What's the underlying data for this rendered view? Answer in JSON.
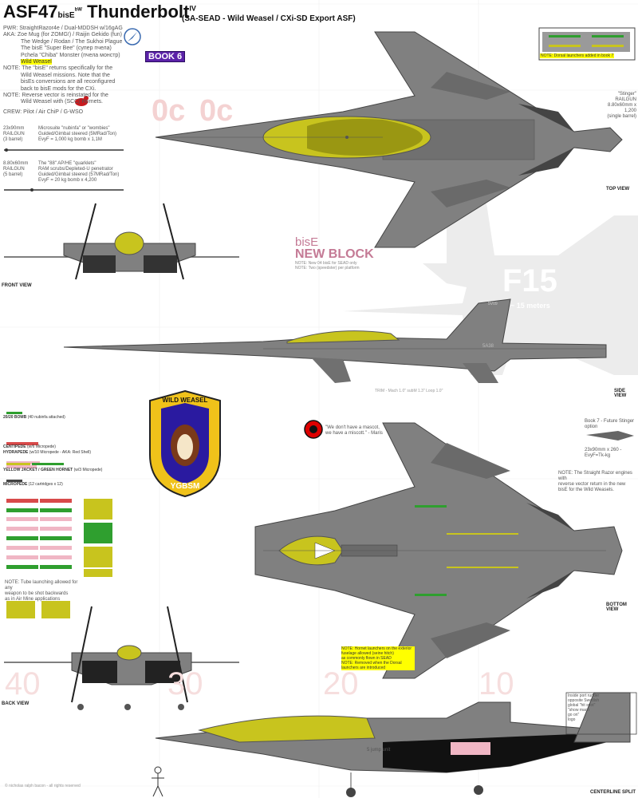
{
  "header": {
    "title_main": "ASF47",
    "title_sub": "bisE",
    "title_tiny": "bW",
    "title_name": "Thunderbolt",
    "title_sup": "IV",
    "subtitle": "(SA-SEAD - Wild Weasel / CXi-SD Export ASF)",
    "book_badge": "BOOK 6"
  },
  "specs": {
    "pwr_label": "PWR:",
    "pwr_value": "StraightRazor4e / Dual-MDDSH w/16gAG",
    "aka_label": "AKA:",
    "aka_lines": [
      "Zoe Mug (for ZOMG!) / Raijin Gekido (fun)",
      "The Wedge / Rodan / The Sukhoi Plague",
      "The bisE \"Super Bee\" (супер пчела)",
      "Pchela \"Chiba\" Monster (пчела монстр)"
    ],
    "aka_highlight": "Wild Weasel",
    "note1_label": "NOTE:",
    "note1_lines": [
      "The \"bisE\" returns specifically for the",
      "Wild Weasel missions.  Note that the",
      "bisEs conversions are all reconfigured",
      "back to bisE mods for the CXi."
    ],
    "note2_label": "NOTE:",
    "note2_lines": [
      "Reverse vector is reinstated for the",
      "Wild Weasel with (SCC) Hornets."
    ],
    "crew_label": "CREW:",
    "crew_value": "Pilot / Air ChiP / G-WSO"
  },
  "railguns": {
    "r1_left": [
      "23x90mm",
      "RAILGUN",
      "(3 barrel)"
    ],
    "r1_right": [
      "Microsuite \"nubinfa\" or \"wombies\"",
      "Guided/Gimbal steered (5MRad/Ton)",
      "EvyF = 1,000 kg bomb x 1,1M"
    ],
    "r2_left": [
      "8.80x60mm",
      "RAILGUN",
      "(5 barrel)"
    ],
    "r2_right": [
      "The \"88\" AP/HE \"quarklets\"",
      "RAM scrubs/Depleted-U penetrator",
      "Guided/Gimbal steered (57MRad/Ton)",
      "EvyF = 20 kg bomb x 4,200"
    ]
  },
  "callouts": {
    "stinger": [
      "\"Stinger\" RAILGUN",
      "8.80x60mm x 1,200",
      "(single barrel)"
    ],
    "top_view": "TOP VIEW",
    "front_view": "FRONT VIEW",
    "side_view": "SIDE VIEW",
    "bottom_view": "BOTTOM VIEW",
    "back_view": "BACK VIEW",
    "centerline_split": "CENTERLINE SPLIT",
    "inset_note": "NOTE: Dorsal launchers added in book 7",
    "trim": "TRIM - Mach 1.0\" subM 1.3\" Loop 1.0\"",
    "mascot_quote": [
      "\"We don't have a mascot,",
      "we have a miscott.\" - Maris"
    ],
    "book7": [
      "Book 7 - Future Stinger option"
    ],
    "book7_spec": "23x90mm x 260 - EvyF=Tk-kg",
    "straight_razor": [
      "NOTE: The Straight Razor engines with",
      "reverse vector return in the new",
      "bisE for the Wild Weasels."
    ],
    "hornet_note": [
      "NOTE: Hornet launchers on the exterior",
      "fuselage allowed (seine hitch)",
      "as commonly flown in SEAD",
      "NOTE: Removed when the Dorsal",
      "launchers are introduced"
    ],
    "tube_note": [
      "NOTE: Tube launching allowed for any",
      "weapon to be shot backwards",
      "as in Air Mine applications"
    ],
    "rudder_note": [
      "Inside port rudder",
      "opposite Swedish",
      "global \"hit spot\"",
      "\"show mach",
      "go on\"",
      "logo"
    ],
    "jump_unit": "5 jump unit",
    "copyright": "© nicholas ralph bacon - all rights reserved"
  },
  "newblock": {
    "bise": "bisE",
    "title": "NEW BLOCK",
    "notes": [
      "NOTE: New 04 bisE for SEAD only",
      "NOTE: Two (speedster) per platform"
    ]
  },
  "f15": {
    "title": "F15",
    "sub": "~ 15 meters",
    "tail_code": "5A38",
    "nose_code": "5V09"
  },
  "scale_marks": [
    "40",
    "30",
    "20",
    "10"
  ],
  "top_marks": [
    "0c",
    "0c"
  ],
  "weapons": [
    {
      "name": "20/20 BOMB",
      "desc": "(40 nubinfa attached)",
      "color": "#2f9f2f"
    },
    {
      "name": "CENTIPEDE",
      "desc": "(w/6 Micropede)",
      "color": "#d84a4a"
    },
    {
      "name": "HYDRAPEDE",
      "desc": "(w/10 Micropede - AKA: Red Shell)",
      "color": "#f0b6c4"
    },
    {
      "name": "YELLOW JACKET / GREEN HORNET",
      "desc": "(w/3 Micropede)",
      "color": "#2f9f2f"
    },
    {
      "name": "MICROPEDE",
      "desc": "(12 cartridges x 12)",
      "color": "#444444"
    }
  ],
  "badge": {
    "top_text": "WILD WEASEL",
    "bottom_text": "YGBSM"
  },
  "colors": {
    "hull": "#808080",
    "hull_dark": "#5a5a5a",
    "canopy": "#c8c41e",
    "canopy_dark": "#9a9712",
    "accent_purple": "#5b22a8",
    "accent_pink": "#c47a95",
    "highlight": "#ffff00"
  }
}
